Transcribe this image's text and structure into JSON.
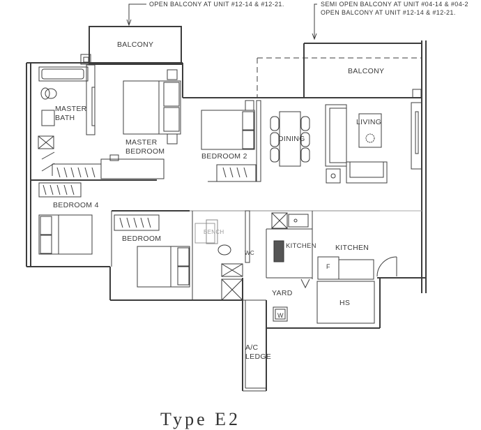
{
  "plan": {
    "title": "Type E2",
    "notes": {
      "left": "OPEN BALCONY AT UNIT #12-14 & #12-21.",
      "right_line1": "SEMI OPEN BALCONY AT UNIT #04-14 & #04-2",
      "right_line2": "OPEN BALCONY AT UNIT #12-14 & #12-21."
    },
    "rooms": {
      "balcony_left": "BALCONY",
      "balcony_right": "BALCONY",
      "master_bath_1": "MASTER",
      "master_bath_2": "BATH",
      "master_bedroom_1": "MASTER",
      "master_bedroom_2": "BEDROOM",
      "bedroom_2": "BEDROOM  2",
      "dining": "DINING",
      "living": "LIVING",
      "bedroom_4": "BEDROOM  4",
      "bedroom": "BEDROOM",
      "bench": "BENCH",
      "wc": "WC",
      "kitchen_wet": "KITCHEN",
      "kitchen": "KITCHEN",
      "fridge": "F",
      "yard": "YARD",
      "washer": "W",
      "hs": "HS",
      "ac_ledge_1": "A/C",
      "ac_ledge_2": "LEDGE"
    },
    "colors": {
      "line": "#3c3c3c",
      "background": "#ffffff"
    }
  }
}
